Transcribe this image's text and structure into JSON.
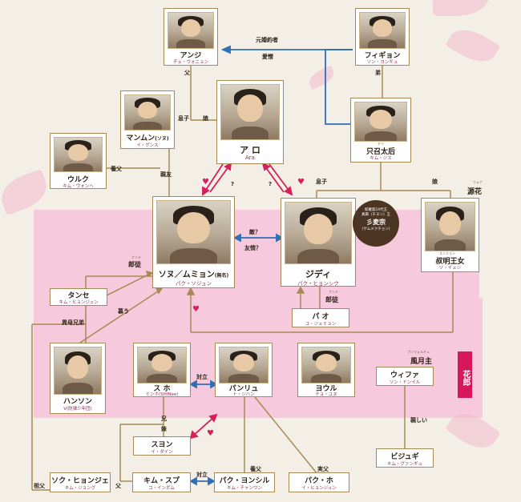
{
  "colors": {
    "line": "#a68a55",
    "pink": "#d81e5b",
    "blue": "#2f6fb5",
    "band": "#f6c9dc",
    "accent_text": "#8a2d52"
  },
  "people": {
    "anji": {
      "name": "アンジ",
      "actor": "チェ・ウォニョン"
    },
    "figeon": {
      "name": "フィギョン",
      "actor": "ソン・ヨンギュ"
    },
    "mammun": {
      "name": "マンムン",
      "name_note": "(ソヌ)",
      "actor": "イ・ゲンス"
    },
    "aro": {
      "name": "ア ロ",
      "actor": "Ara"
    },
    "jiso": {
      "name": "只召太后",
      "ruby": "チソ",
      "actor": "キム・ジス"
    },
    "uruku": {
      "name": "ウルク",
      "actor": "キム・ウォンヘ"
    },
    "sonu": {
      "name": "ソヌ／ムミョン",
      "name_note": "(無名)",
      "actor": "パク・ソジュン"
    },
    "jidi": {
      "name": "ジディ",
      "actor": "パク・ヒョンシク"
    },
    "sukmyeong": {
      "name": "叔明王女",
      "ruby": "スンミョン",
      "actor": "ソ・イェジ"
    },
    "tanse": {
      "name": "タンセ",
      "actor": "キム・ヒョンジュン"
    },
    "pao": {
      "name": "パ オ",
      "actor": "ユ・ジェミョン"
    },
    "hanson": {
      "name": "ハンソン",
      "actor": "V(防弾少年団)"
    },
    "suho": {
      "name": "ス ホ",
      "actor": "ミンホ(SHINee)"
    },
    "banryu": {
      "name": "パンリュ",
      "actor": "ト・ジハン"
    },
    "yeoul": {
      "name": "ヨウル",
      "actor": "チョ・ユヌ"
    },
    "wihwa": {
      "name": "ウィファ",
      "actor": "ソン・ドンイル"
    },
    "suyeon": {
      "name": "スヨン",
      "actor": "イ・ダイン"
    },
    "bijugi": {
      "name": "ビジュギ",
      "actor": "キム・グァンギュ"
    },
    "sokhyeonje": {
      "name": "ソク・ヒョンジェ",
      "actor": "キム・ジョング"
    },
    "kimseupu": {
      "name": "キム・スプ",
      "actor": "コ・インボム"
    },
    "parkyeongsil": {
      "name": "パク・ヨンシル",
      "actor": "キム・チャンワン"
    },
    "parkho": {
      "name": "パク・ホ",
      "actor": "イ・ヒョンジュン"
    }
  },
  "relations": {
    "former_fiance": "元婚約者",
    "love_hate": "愛憎",
    "father": "父",
    "younger_brother": "弟",
    "son": "息子",
    "daughter": "娘",
    "adoptive_father": "養父",
    "close_friend": "親友",
    "question": "?",
    "enemy": "敵？",
    "friend": "友情？",
    "langdo": "郎徒",
    "langdo_ruby": "ナンド",
    "half_brother": "異母兄弟",
    "admire": "慕う",
    "rival": "対立",
    "younger_sister": "妹",
    "older_brother": "兄",
    "grandfather": "祖父",
    "friendly": "親しい",
    "real_father": "実父"
  },
  "titles": {
    "wonhwa": "源花",
    "wonhwa_ruby": "ウォナ",
    "pungwolju": "風月主",
    "pungwolju_ruby": "プンウォルチュ",
    "hwarang": "花郎"
  },
  "circle_note": {
    "line1": "新羅第24代王",
    "line2": "真興（チヌン）王",
    "line3": "彡麦宗",
    "line4": "(サムメクチョン)"
  },
  "symbols": {
    "heart": "♥"
  }
}
